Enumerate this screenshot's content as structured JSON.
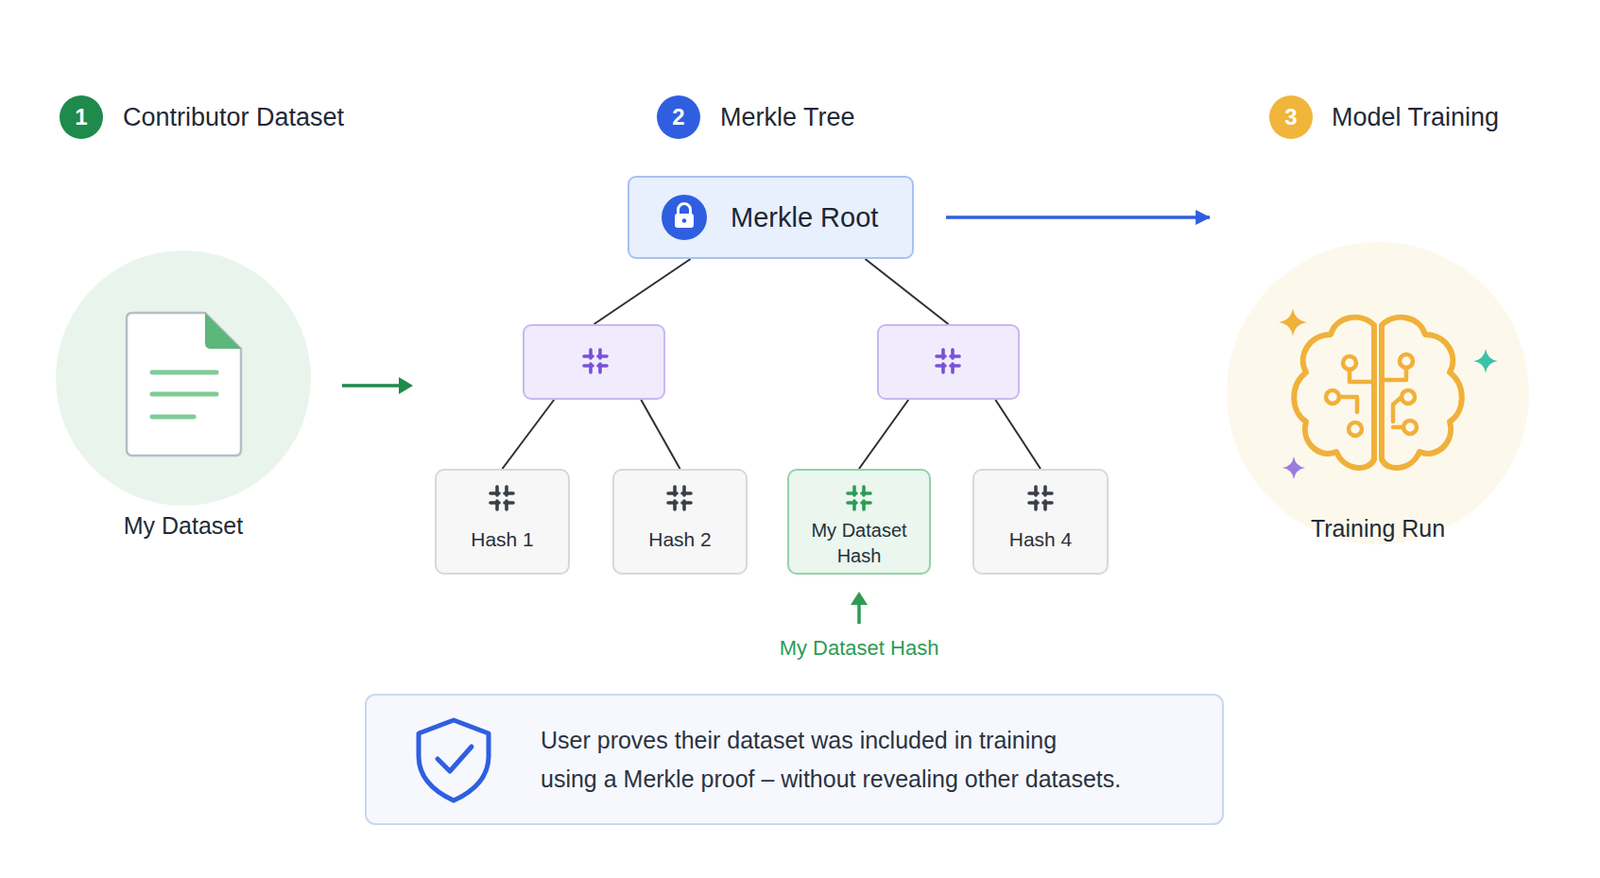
{
  "diagram": {
    "nodes": [
      {
        "text": [
          "My Dataset"
        ]
      },
      {
        "text": [
          "Merkle Root"
        ]
      },
      {
        "text": []
      },
      {
        "text": []
      },
      {
        "text": [
          "Hash 1"
        ]
      },
      {
        "text": [
          "Hash 2"
        ]
      },
      {
        "text": [
          "My Dataset Hash"
        ]
      },
      {
        "text": [
          "Hash 4"
        ]
      },
      {
        "text": [
          "Training Run"
        ]
      },
      {
        "text": [
          "User proves their dataset was included in training using a Merkle proof – without revealing other datasets."
        ]
      }
    ],
    "edges": [
      {
        "from": 1,
        "to": 2,
        "arrow": "none"
      },
      {
        "from": 1,
        "to": 3,
        "arrow": "none"
      },
      {
        "from": 2,
        "to": 4,
        "arrow": "none"
      },
      {
        "from": 2,
        "to": 5,
        "arrow": "none"
      },
      {
        "from": 3,
        "to": 6,
        "arrow": "none"
      },
      {
        "from": 3,
        "to": 7,
        "arrow": "none"
      },
      {
        "from": 1,
        "to": 8,
        "arrow": "to"
      }
    ],
    "labels": [
      "1",
      "Contributor Dataset",
      "2",
      "Merkle Tree",
      "3",
      "Model Training",
      "My Dataset Hash"
    ]
  }
}
